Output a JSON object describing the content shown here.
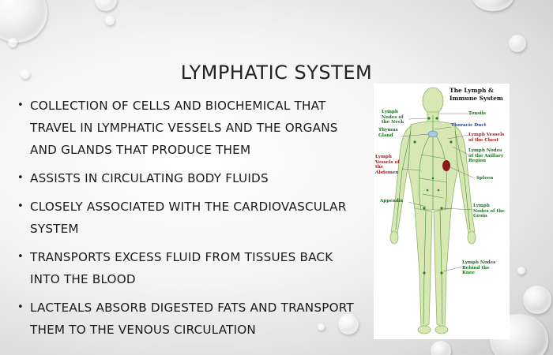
{
  "slide": {
    "title": "LYMPHATIC SYSTEM",
    "bullets": [
      "COLLECTION OF CELLS AND BIOCHEMICAL THAT TRAVEL IN LYMPHATIC VESSELS AND THE ORGANS AND GLANDS THAT PRODUCE THEM",
      "ASSISTS IN CIRCULATING BODY FLUIDS",
      "CLOSELY ASSOCIATED WITH THE CARDIOVASCULAR SYSTEM",
      "TRANSPORTS EXCESS FLUID FROM TISSUES BACK INTO THE BLOOD",
      "LACTEALS ABSORB DIGESTED FATS AND TRANSPORT THEM TO THE VENOUS CIRCULATION"
    ]
  },
  "figure": {
    "title": "The Lymph & Immune System",
    "labels": {
      "neck": "Lymph Nodes of the Neck",
      "tonsils": "Tonsils",
      "thymus": "Thymus Gland",
      "thoracic": "Thoracic Duct",
      "chest": "Lymph Vessels of the Chest",
      "axillary": "Lymph Nodes of the Axillary Region",
      "abdomen": "Lymph Vessels of the Abdomen",
      "spleen": "Spleen",
      "appendix": "Appendix",
      "groin": "Lymph Nodes of the Groin",
      "knee": "Lymph Nodes Behind the Knee"
    }
  }
}
